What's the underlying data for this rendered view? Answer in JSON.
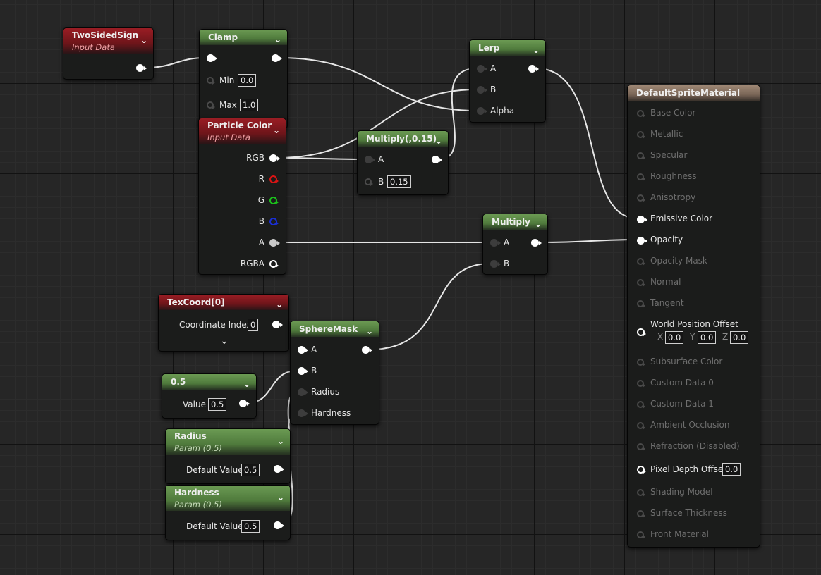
{
  "nodes": {
    "two_sided_sign": {
      "title": "TwoSidedSign",
      "subtitle": "Input Data"
    },
    "clamp": {
      "title": "Clamp",
      "min_label": "Min",
      "min_value": "0.0",
      "max_label": "Max",
      "max_value": "1.0"
    },
    "particle_color": {
      "title": "Particle Color",
      "subtitle": "Input Data",
      "pins": [
        "RGB",
        "R",
        "G",
        "B",
        "A",
        "RGBA"
      ]
    },
    "multiply_015": {
      "title": "Multiply(,0.15)",
      "a_label": "A",
      "b_label": "B",
      "b_value": "0.15"
    },
    "lerp": {
      "title": "Lerp",
      "a_label": "A",
      "b_label": "B",
      "alpha_label": "Alpha"
    },
    "multiply": {
      "title": "Multiply",
      "a_label": "A",
      "b_label": "B"
    },
    "texcoord": {
      "title": "TexCoord[0]",
      "index_label": "Coordinate Index",
      "index_value": "0"
    },
    "sphere_mask": {
      "title": "SphereMask",
      "a_label": "A",
      "b_label": "B",
      "radius_label": "Radius",
      "hardness_label": "Hardness"
    },
    "const_05": {
      "title": "0.5",
      "value_label": "Value",
      "value": "0.5"
    },
    "radius_param": {
      "title": "Radius",
      "subtitle": "Param (0.5)",
      "default_label": "Default Value",
      "default_value": "0.5"
    },
    "hardness_param": {
      "title": "Hardness",
      "subtitle": "Param (0.5)",
      "default_label": "Default Value",
      "default_value": "0.5"
    },
    "material": {
      "title": "DefaultSpriteMaterial",
      "inputs": [
        "Base Color",
        "Metallic",
        "Specular",
        "Roughness",
        "Anisotropy",
        "Emissive Color",
        "Opacity",
        "Opacity Mask",
        "Normal",
        "Tangent",
        "World Position Offset",
        "Subsurface Color",
        "Custom Data 0",
        "Custom Data 1",
        "Ambient Occlusion",
        "Refraction (Disabled)",
        "Pixel Depth Offset",
        "Shading Model",
        "Surface Thickness",
        "Front Material"
      ],
      "wpo": {
        "x_label": "X",
        "x": "0.0",
        "y_label": "Y",
        "y": "0.0",
        "z_label": "Z",
        "z": "0.0"
      },
      "pixel_depth_value": "0.0"
    }
  },
  "icons": {
    "chevron": "⌄",
    "expand": "⌄"
  },
  "colors": {
    "input_header": "#8a1a20",
    "function_header": "#5a8a44",
    "result_header": "#8a7464",
    "wire": "#e6e6e6",
    "pin_r": "#d91414",
    "pin_g": "#1bc21b",
    "pin_b": "#1a2fd4"
  }
}
